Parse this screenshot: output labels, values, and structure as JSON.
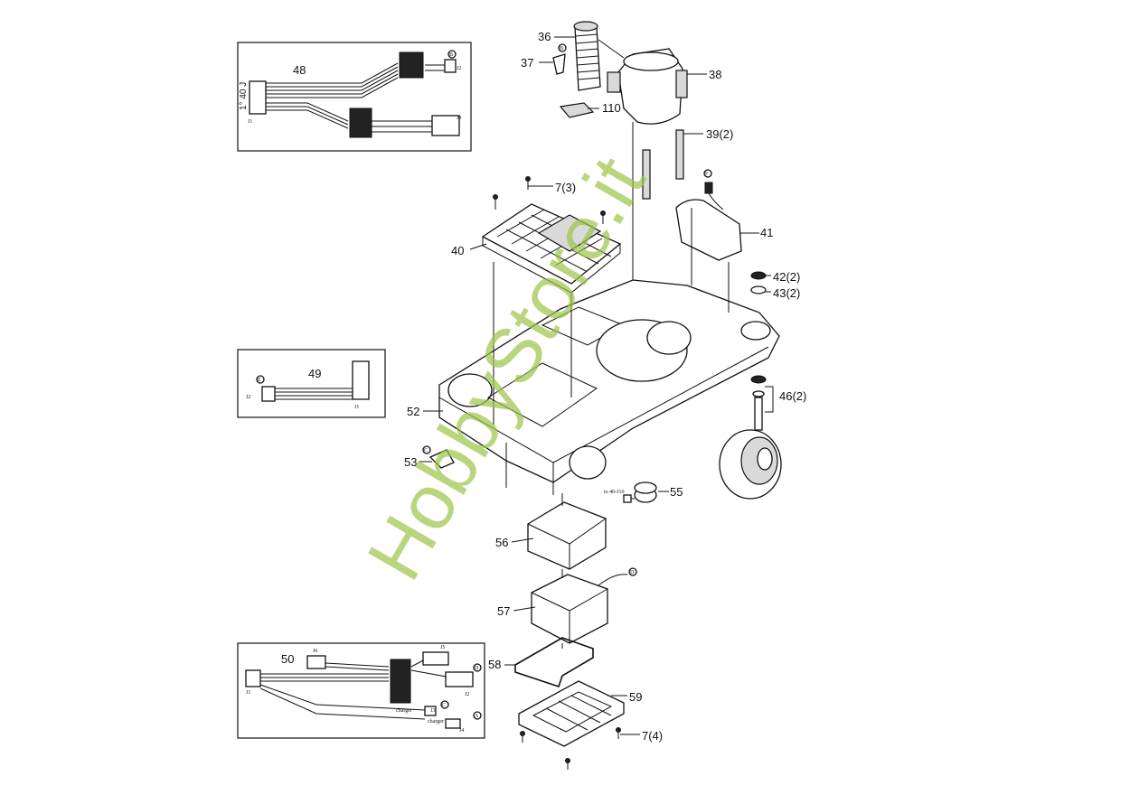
{
  "callouts": {
    "p36": "36",
    "p37": "37",
    "p38": "38",
    "p110": "110",
    "p39": "39(2)",
    "p7a": "7(3)",
    "p41": "41",
    "p40": "40",
    "p42": "42(2)",
    "p43": "43(2)",
    "p46": "46(2)",
    "p52": "52",
    "p53": "53",
    "p55": "55",
    "p56": "56",
    "p57": "57",
    "p58": "58",
    "p59": "59",
    "p7b": "7(4)",
    "p48": "48",
    "p49": "49",
    "p50": "50"
  },
  "harness48": {
    "j1": "J1",
    "j2": "J2",
    "j3": "J3",
    "vertical_text": "1° 40 J",
    "letter": "B"
  },
  "harness49": {
    "j1": "J1",
    "j2": "J2",
    "letter": "E"
  },
  "harness50": {
    "j1": "J1",
    "j2": "J2",
    "j3": "J3",
    "j4": "J4",
    "j5": "J5",
    "j6": "J6",
    "charger_a": "charger",
    "charger_b": "charger",
    "letter_a": "D",
    "letter_b": "C",
    "letter_c": "A"
  },
  "connector_note": "to 40-J10",
  "letters": {
    "top_cap": "B",
    "p41": "F",
    "p53": "C",
    "p57": "D"
  },
  "watermark": "HobbyStore.it"
}
